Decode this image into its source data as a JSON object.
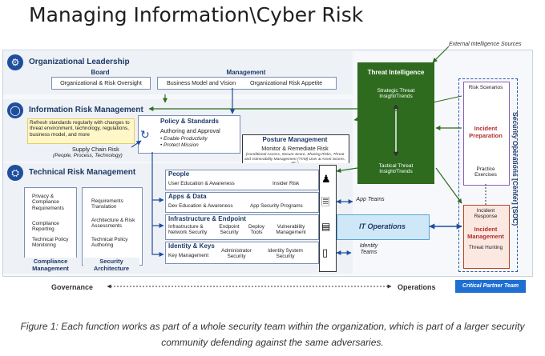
{
  "title": "Managing Information\\Cyber Risk",
  "external_sources": "External Intelligence Sources",
  "org_leadership": {
    "title": "Organizational Leadership",
    "board": "Board",
    "board_item": "Organizational & Risk Oversight",
    "management": "Management",
    "mgmt_items": [
      "Business Model and Vision",
      "Organizational Risk Appetite"
    ]
  },
  "info_risk": {
    "title": "Information Risk Management",
    "note": "Refresh standards regularly with changes to threat environment, technology, regulations, business model, and more",
    "supply_chain": "Supply Chain Risk",
    "supply_chain_sub": "(People, Process, Technology)",
    "policy_title": "Policy & Standards",
    "policy_sub": "Authoring and Approval",
    "policy_bullets": [
      "Enable Productivity",
      "Protect Mission"
    ]
  },
  "posture": {
    "title": "Posture Management",
    "sub": "Monitor & Remediate Risk",
    "detail": "(Conditional Access, Secure Score, Sharing Risks, Threat and Vulnerability Management (TVM) User & Asset Scores, etc.)"
  },
  "technical_risk": {
    "title": "Technical Risk Management",
    "col1": [
      "Privacy & Compliance Requirements",
      "Compliance Reporting",
      "Technical Policy Monitoring"
    ],
    "col1_title": "Compliance Management",
    "col2": [
      "Requirements Translation",
      "Architecture & Risk Assessments",
      "Technical Policy Authoring"
    ],
    "col2_title": "Security Architecture"
  },
  "areas": {
    "people": {
      "title": "People",
      "items": [
        "User Education & Awareness",
        "Insider Risk"
      ]
    },
    "apps": {
      "title": "Apps & Data",
      "items": [
        "Dev Education & Awareness",
        "App Security Programs"
      ]
    },
    "infra": {
      "title": "Infrastructure & Endpoint",
      "items": [
        "Infrastructure & Network Security",
        "Endpoint Security",
        "Deploy Tools",
        "Vulnerability Management"
      ]
    },
    "identity": {
      "title": "Identity & Keys",
      "items": [
        "Key Management",
        "Administrator Security",
        "Identity System Security"
      ]
    }
  },
  "teams": {
    "app": "App Teams",
    "itops": "IT Operations",
    "identity": "Identity Teams"
  },
  "threat_intel": {
    "title": "Threat Intelligence",
    "strategic": "Strategic Threat Insight/Trends",
    "tactical": "Tactical Threat Insight/Trends"
  },
  "soc": {
    "label": "Security Operations [Center] (SOC)",
    "risk_scenarios": "Risk Scenarios",
    "incident_prep": "Incident Preparation",
    "practice": "Practice Exercises",
    "incident_response": "Incident Response",
    "incident_mgmt": "Incident Management",
    "threat_hunting": "Threat Hunting"
  },
  "bottom": {
    "governance": "Governance",
    "operations": "Operations",
    "partner": "Critical Partner Team"
  },
  "caption": "Figure 1: Each function works as part of a whole security team within the organization, which is part of a larger security community defending against the same adversaries.",
  "colors": {
    "navy": "#1f3a66",
    "green": "#2e6b1f",
    "purple": "#8a5fb5",
    "red": "#b3472b",
    "light_blue": "#cfe8f7",
    "partner_blue": "#1f6fd1"
  }
}
